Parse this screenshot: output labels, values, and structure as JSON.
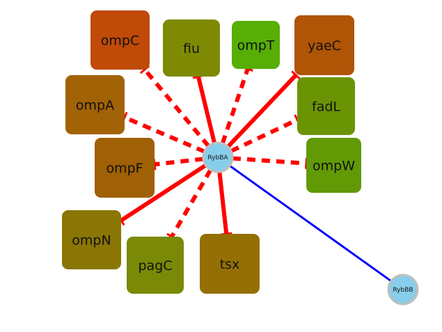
{
  "network": {
    "colors": {
      "repression_edge": "#ff0000",
      "interaction_edge": "#0000ff",
      "hub_fill": "#87ceeb",
      "hub_stroke": "#bfbfbf"
    },
    "hubs": [
      {
        "id": "RybBA",
        "label": "RybBA"
      },
      {
        "id": "RybBB",
        "label": "RybBB"
      }
    ],
    "targets": [
      {
        "id": "ompC",
        "label": "ompC",
        "color": "#c04a07"
      },
      {
        "id": "fiu",
        "label": "fiu",
        "color": "#7f8a04"
      },
      {
        "id": "ompT",
        "label": "ompT",
        "color": "#56ae06"
      },
      {
        "id": "yaeC",
        "label": "yaeC",
        "color": "#b05405"
      },
      {
        "id": "ompA",
        "label": "ompA",
        "color": "#a26206"
      },
      {
        "id": "fadL",
        "label": "fadL",
        "color": "#6b9405"
      },
      {
        "id": "ompF",
        "label": "ompF",
        "color": "#a06005"
      },
      {
        "id": "ompW",
        "label": "ompW",
        "color": "#629a06"
      },
      {
        "id": "ompN",
        "label": "ompN",
        "color": "#8a7604"
      },
      {
        "id": "pagC",
        "label": "pagC",
        "color": "#7a8a06"
      },
      {
        "id": "tsx",
        "label": "tsx",
        "color": "#947004"
      }
    ],
    "edges": [
      {
        "from": "RybBA",
        "to": "ompC",
        "style": "dashed",
        "arrow": "tee"
      },
      {
        "from": "RybBA",
        "to": "fiu",
        "style": "solid",
        "arrow": "tee"
      },
      {
        "from": "RybBA",
        "to": "ompT",
        "style": "dashed",
        "arrow": "tee"
      },
      {
        "from": "RybBA",
        "to": "yaeC",
        "style": "solid",
        "arrow": "tee"
      },
      {
        "from": "RybBA",
        "to": "ompA",
        "style": "dashed",
        "arrow": "tee"
      },
      {
        "from": "RybBA",
        "to": "fadL",
        "style": "dashed",
        "arrow": "tee"
      },
      {
        "from": "RybBA",
        "to": "ompF",
        "style": "dashed",
        "arrow": "tee"
      },
      {
        "from": "RybBA",
        "to": "ompW",
        "style": "dashed",
        "arrow": "tee"
      },
      {
        "from": "RybBA",
        "to": "ompN",
        "style": "solid",
        "arrow": "tee"
      },
      {
        "from": "RybBA",
        "to": "pagC",
        "style": "dashed",
        "arrow": "tee"
      },
      {
        "from": "RybBA",
        "to": "tsx",
        "style": "solid",
        "arrow": "tee"
      },
      {
        "from": "RybBA",
        "to": "RybBB",
        "style": "thin",
        "arrow": "none"
      }
    ]
  }
}
